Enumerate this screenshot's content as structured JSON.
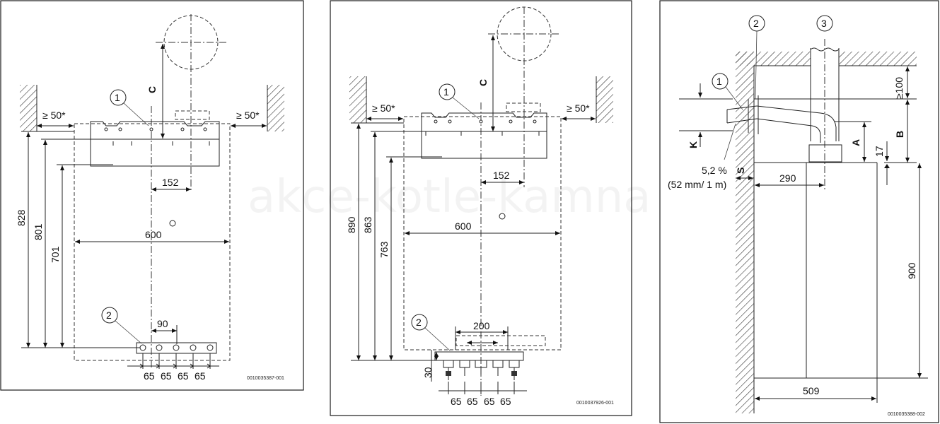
{
  "watermark": "akce-kotle-kamna",
  "panel1": {
    "callouts": [
      "1",
      "2"
    ],
    "clearance_left": "≥ 50*",
    "clearance_right": "≥ 50*",
    "dim_c": "C",
    "dim_828": "828",
    "dim_801": "801",
    "dim_701": "701",
    "dim_152": "152",
    "dim_600": "600",
    "dim_90": "90",
    "dims_65": [
      "65",
      "65",
      "65",
      "65"
    ],
    "code": "0010035387-001"
  },
  "panel2": {
    "callouts": [
      "1",
      "2"
    ],
    "clearance_left": "≥ 50*",
    "clearance_right": "≥ 50*",
    "dim_c": "C",
    "dim_890": "890",
    "dim_863": "863",
    "dim_763": "763",
    "dim_152": "152",
    "dim_600": "600",
    "dim_200": "200",
    "dim_30": "30",
    "dims_65": [
      "65",
      "65",
      "65",
      "65"
    ],
    "code": "0010037926-001"
  },
  "panel3": {
    "callouts": [
      "2",
      "3",
      "1"
    ],
    "dim_100": "≥100",
    "dim_a": "A",
    "dim_b": "B",
    "dim_17": "17",
    "dim_k": "K",
    "dim_s": "S",
    "slope_pct": "5,2 %",
    "slope_mm": "(52 mm/ 1 m)",
    "dim_290": "290",
    "dim_900": "900",
    "dim_509": "509",
    "code": "0010035388-002"
  }
}
